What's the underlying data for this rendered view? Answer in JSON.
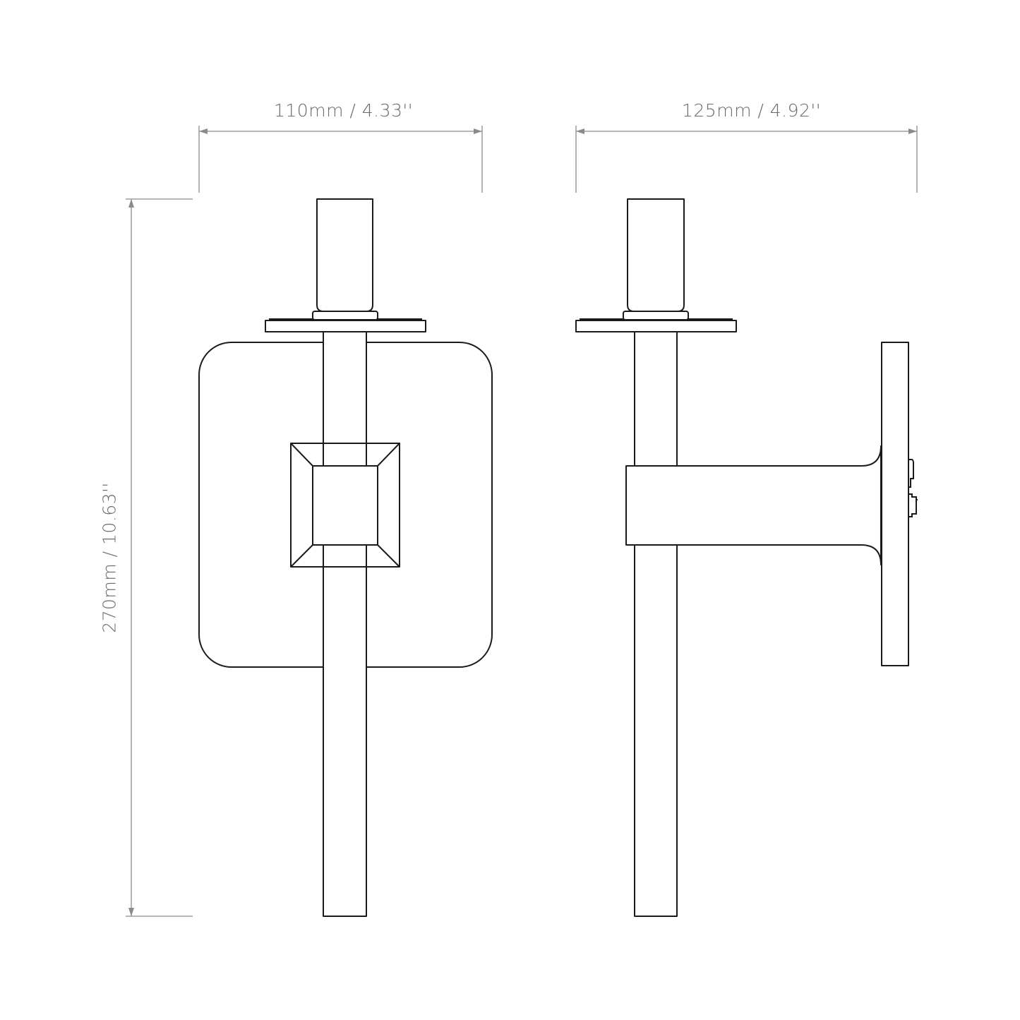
{
  "dimensions": {
    "width_front": "110mm / 4.33''",
    "width_side": "125mm / 4.92''",
    "height": "270mm / 10.63''"
  },
  "colors": {
    "line": "#1a1a1a",
    "dimension": "#8a8a8a"
  }
}
